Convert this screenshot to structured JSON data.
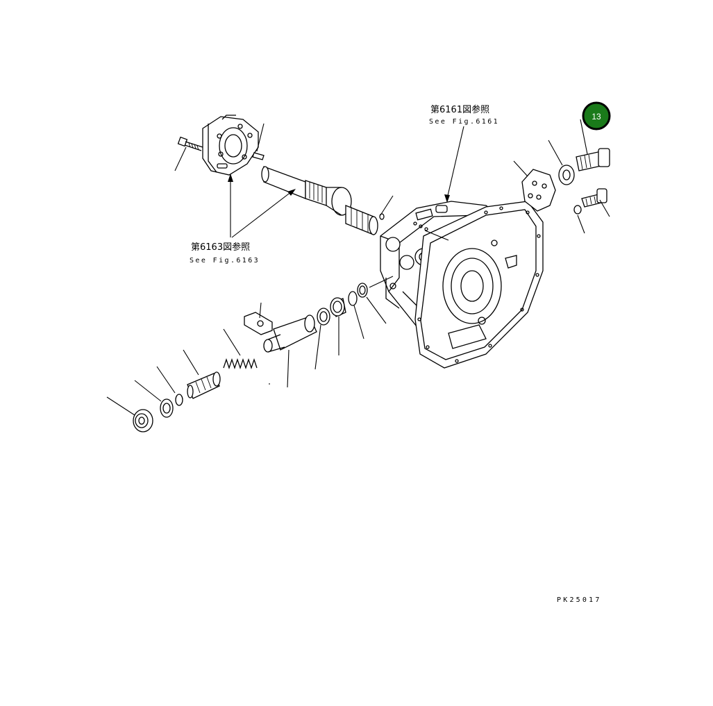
{
  "callouts": {
    "fig6161": {
      "jp": "第6161図参照",
      "en": "See Fig.6161"
    },
    "fig6163": {
      "jp": "第6163図参照",
      "en": "See Fig.6163"
    }
  },
  "drawing_code": "PK25017",
  "highlight_badge": {
    "label": "13",
    "color": "#1a7a1a",
    "ring": "#000000"
  }
}
